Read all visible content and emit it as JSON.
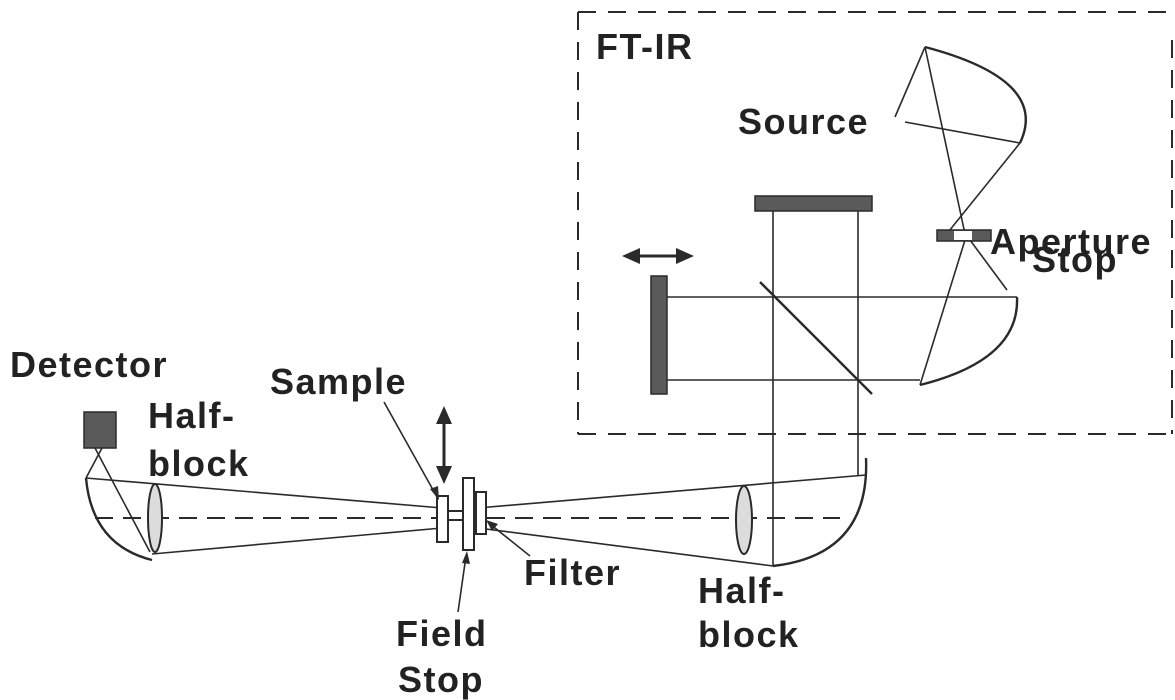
{
  "labels": {
    "ftir": "FT-IR",
    "source": "Source",
    "aperture_line1": "Aperture",
    "aperture_line2": "Stop",
    "detector": "Detector",
    "halfblock_left_line1": "Half-",
    "halfblock_left_line2": "block",
    "sample": "Sample",
    "filter": "Filter",
    "halfblock_right_line1": "Half-",
    "halfblock_right_line2": "block",
    "fieldstop_line1": "Field",
    "fieldstop_line2": "Stop"
  },
  "colors": {
    "line": "#2a2a2a",
    "block_fill": "#5a5a5a",
    "lens_fill": "#dcdcdc",
    "background": "#ffffff"
  },
  "icons": {
    "moving_mirror_arrow": "double-arrow-horizontal",
    "sample_arrow": "double-arrow-vertical"
  }
}
